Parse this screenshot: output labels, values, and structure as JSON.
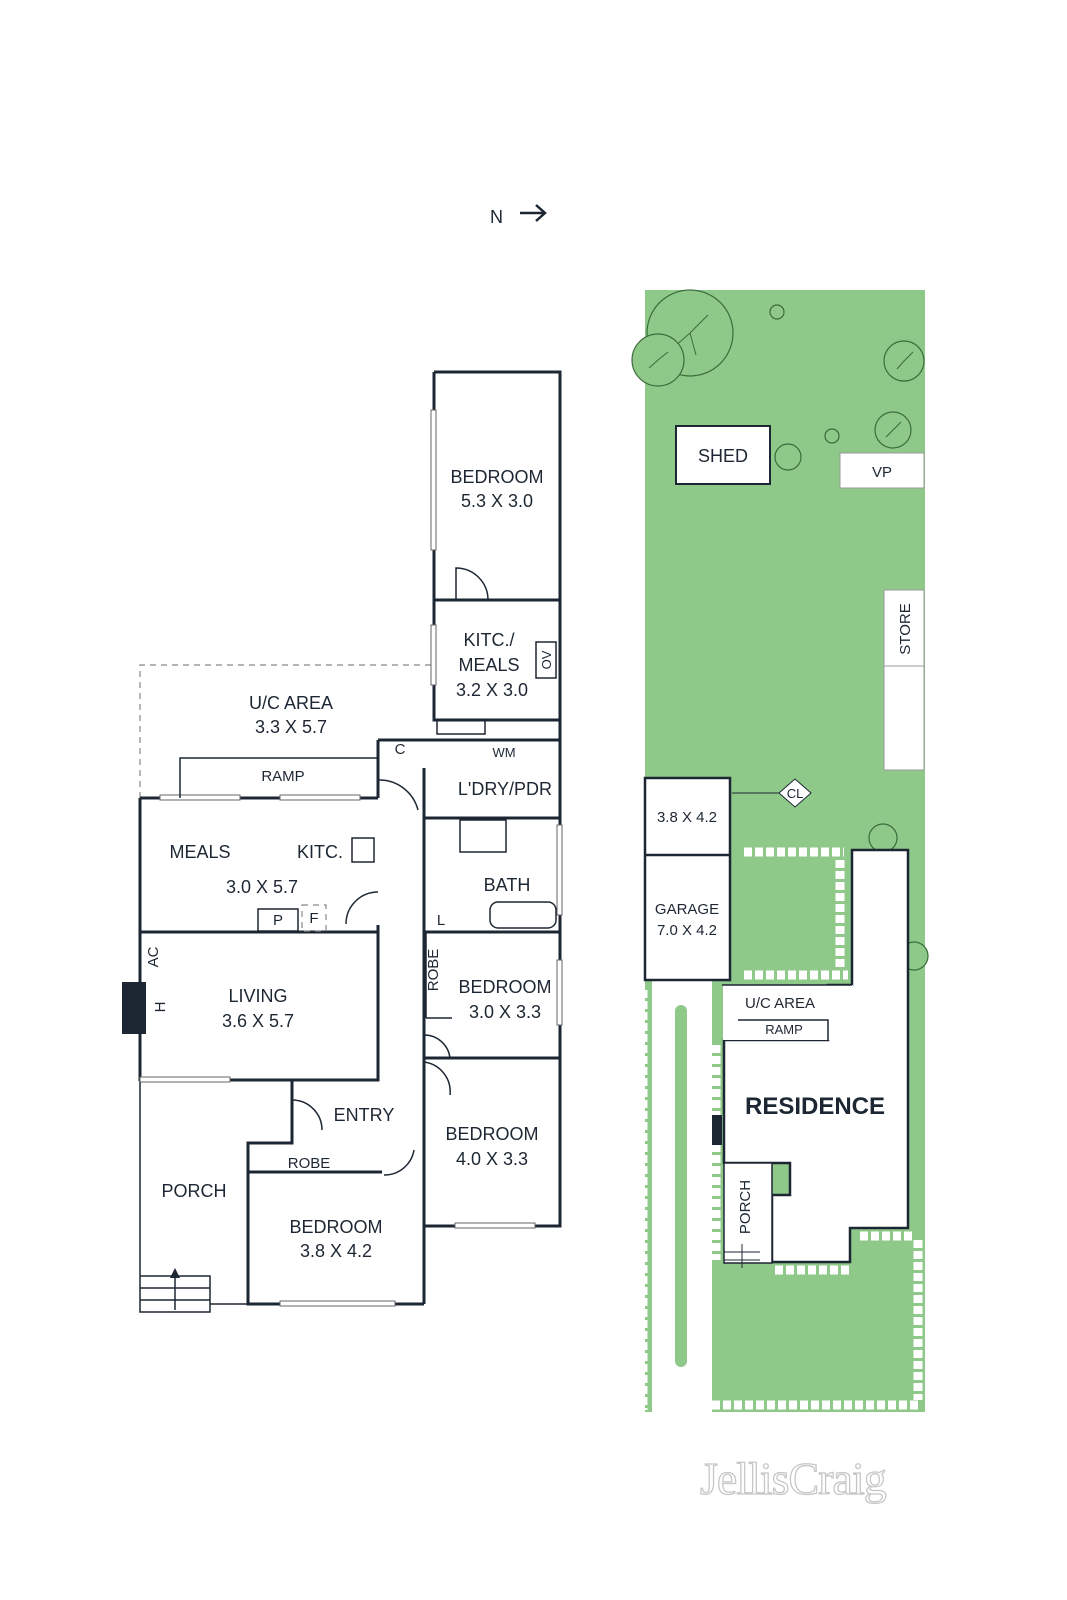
{
  "compass": {
    "letter": "N",
    "arrow": "→"
  },
  "floor_plan": {
    "rooms": {
      "bedroom_rear": {
        "name": "BEDROOM",
        "size": "5.3 X 3.0"
      },
      "kitc_meals_rear": {
        "name_1": "KITC./",
        "name_2": "MEALS",
        "size": "3.2 X 3.0",
        "fixture": "OV"
      },
      "uc_area": {
        "name": "U/C AREA",
        "size": "3.3 X 5.7"
      },
      "cupboard": {
        "name": "C"
      },
      "wm": {
        "name": "WM"
      },
      "ldry_pdr": {
        "name": "L'DRY/PDR"
      },
      "ramp": {
        "name": "RAMP"
      },
      "meals": {
        "name": "MEALS"
      },
      "kitc": {
        "name": "KITC."
      },
      "meals_kitc_size": {
        "size": "3.0 X 5.7"
      },
      "pantry": {
        "name": "P"
      },
      "fridge": {
        "name": "F"
      },
      "bath": {
        "name": "BATH"
      },
      "linen": {
        "name": "L"
      },
      "ac": {
        "name": "AC"
      },
      "heater": {
        "name": "H"
      },
      "living": {
        "name": "LIVING",
        "size": "3.6 X 5.7"
      },
      "robe_1": {
        "name": "ROBE"
      },
      "bedroom_mid": {
        "name": "BEDROOM",
        "size": "3.0 X 3.3"
      },
      "entry": {
        "name": "ENTRY"
      },
      "bedroom_front_right": {
        "name": "BEDROOM",
        "size": "4.0 X 3.3"
      },
      "robe_2": {
        "name": "ROBE"
      },
      "porch": {
        "name": "PORCH"
      },
      "bedroom_front_left": {
        "name": "BEDROOM",
        "size": "3.8 X 4.2"
      }
    }
  },
  "site_plan": {
    "labels": {
      "shed": "SHED",
      "vp": "VP",
      "store": "STORE",
      "cl": "CL",
      "outbuilding_size": "3.8 X 4.2",
      "garage": "GARAGE",
      "garage_size": "7.0 X 4.2",
      "uc_area": "U/C AREA",
      "ramp": "RAMP",
      "residence": "RESIDENCE",
      "porch": "PORCH"
    }
  },
  "brand": {
    "logo_text": "JellisCraig"
  },
  "colors": {
    "grass": "#8fc98a",
    "wall": "#1d2733",
    "tree_outline": "#3c6b3a"
  }
}
